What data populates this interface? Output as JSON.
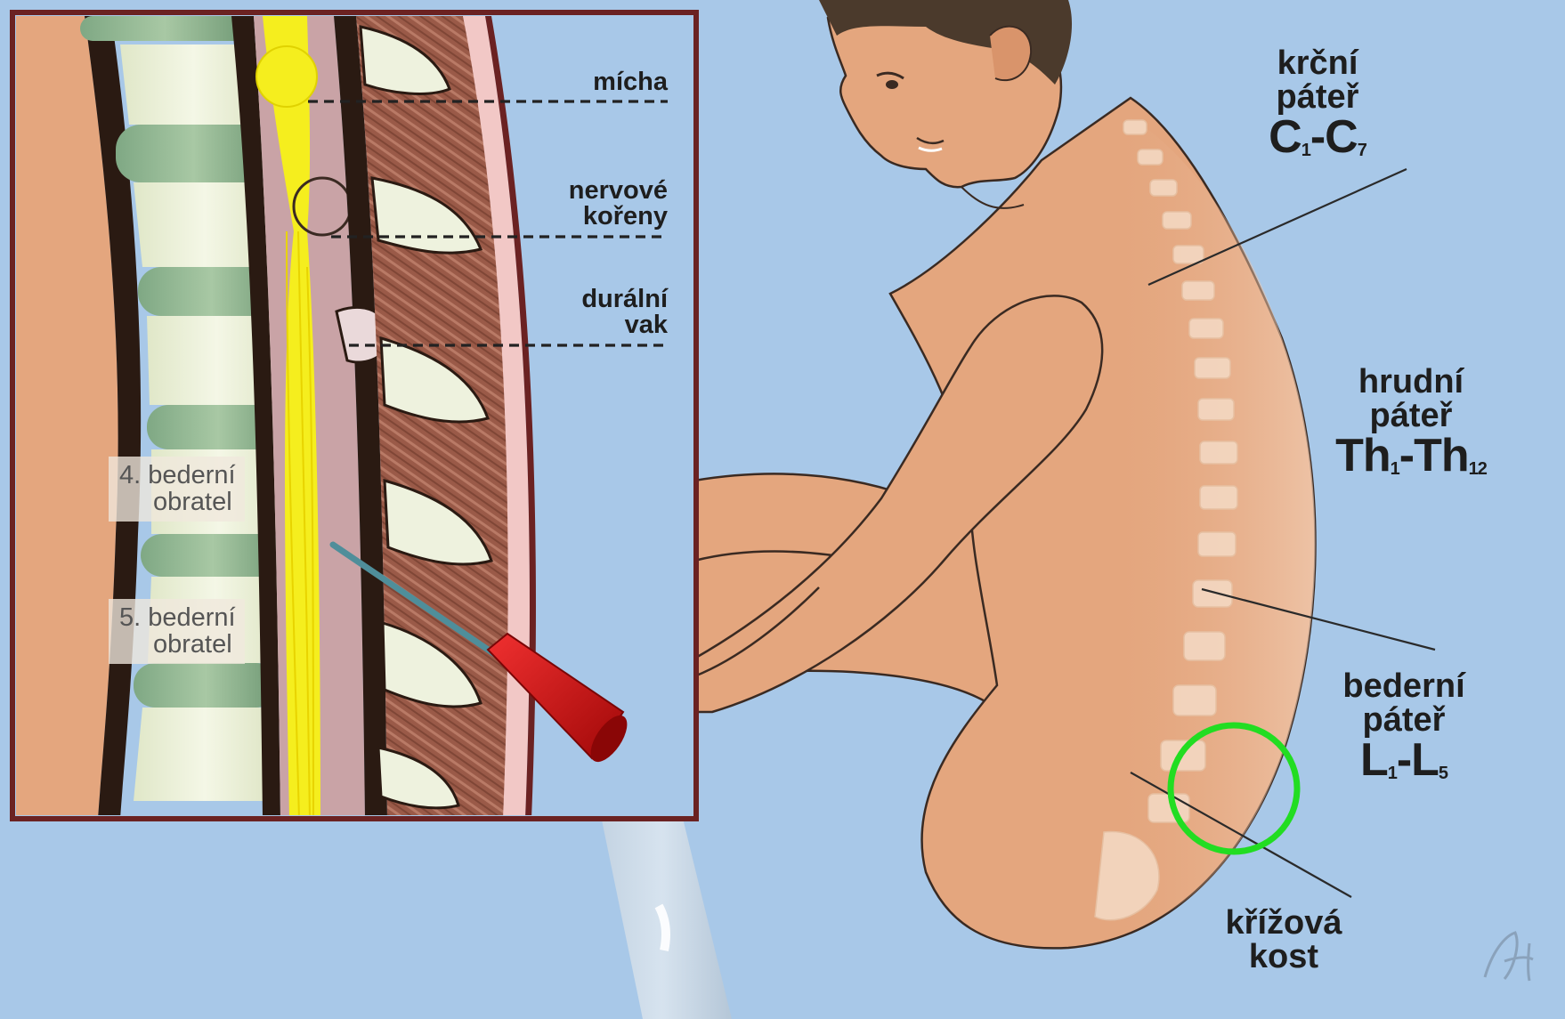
{
  "inset_labels": {
    "micha": "mícha",
    "nervove": "nervové",
    "koreny": "kořeny",
    "duralni": "durální",
    "vak": "vak"
  },
  "vertebra_tags": [
    {
      "num": "4.",
      "line1": "bederní",
      "line2": "obratel"
    },
    {
      "num": "5.",
      "line1": "bederní",
      "line2": "obratel"
    }
  ],
  "spine_regions": {
    "cervical": {
      "line1": "krční",
      "line2": "páteř",
      "range_a": "C",
      "sub_a": "1",
      "range_sep": "-",
      "range_b": "C",
      "sub_b": "7"
    },
    "thoracic": {
      "line1": "hrudní",
      "line2": "páteř",
      "range_a": "Th",
      "sub_a": "1",
      "range_sep": "-",
      "range_b": "Th",
      "sub_b": "12"
    },
    "lumbar": {
      "line1": "bederní",
      "line2": "páteř",
      "range_a": "L",
      "sub_a": "1",
      "range_sep": "-",
      "range_b": "L",
      "sub_b": "5"
    },
    "sacrum": {
      "line1": "křížová",
      "line2": "kost"
    }
  },
  "colors": {
    "background": "#a8c8e8",
    "skin": "#e4a67e",
    "spinal_cord": "#f5ee1e",
    "needle_hub": "#d81414",
    "highlight_circle": "#22dd22",
    "inset_frame": "#6b2222"
  },
  "icons": {
    "signature": "signature-icon"
  }
}
